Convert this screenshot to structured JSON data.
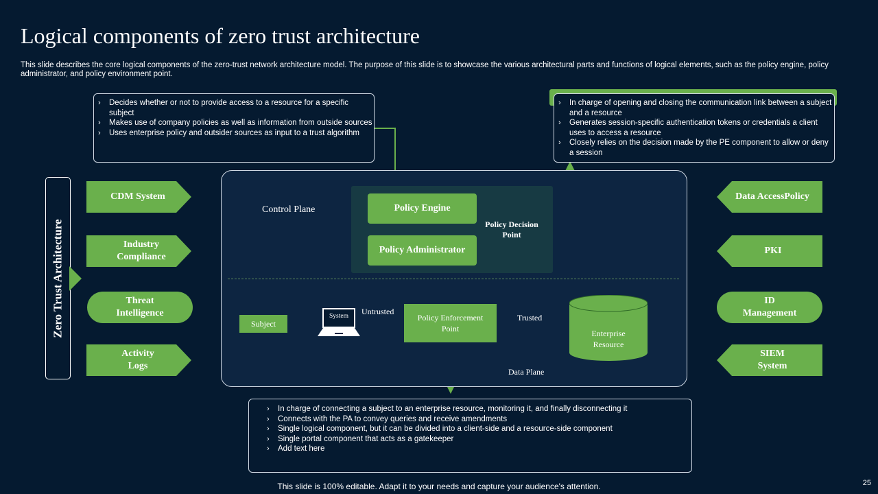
{
  "slide": {
    "title": "Logical components of zero trust architecture",
    "description": "This slide describes the core logical components of the zero-trust network architecture model. The purpose of this slide is to showcase the various architectural parts and functions of logical elements, such as the policy engine, policy administrator, and policy environment point.",
    "footer": "This slide is 100% editable. Adapt it to your needs and capture your audience's attention.",
    "page_number": "25"
  },
  "top_left_box": {
    "items": [
      "Decides whether or not to provide access to a resource for a specific subject",
      "Makes use of company policies as well as information from outside sources",
      "Uses enterprise policy and outsider sources as input to a trust algorithm"
    ]
  },
  "top_right_box": {
    "items": [
      "In charge of opening and closing the communication link between a subject and a resource",
      "Generates session-specific authentication tokens or credentials a client uses to access a resource",
      "Closely relies on the decision made by the PE component to allow or deny a session"
    ]
  },
  "bottom_box": {
    "items": [
      "In charge of connecting a subject to an enterprise resource, monitoring it, and finally disconnecting it",
      "Connects with the PA to convey  queries and receive amendments",
      "Single logical component, but it can be divided into a client-side and a resource-side component",
      "Single portal component that acts as a gatekeeper",
      "Add text here"
    ]
  },
  "sidebar": {
    "title": "Zero Trust Architecture"
  },
  "left_items": [
    "CDM System",
    "Industry Compliance",
    "Threat Intelligence",
    "Activity Logs"
  ],
  "right_items": [
    "Data AccessPolicy",
    "PKI",
    "ID Management",
    "SIEM System"
  ],
  "diagram": {
    "control_plane": "Control Plane",
    "data_plane": "Data Plane",
    "policy_engine": "Policy Engine",
    "policy_administrator": "Policy Administrator",
    "policy_decision_point": "Policy Decision Point",
    "subject": "Subject",
    "system": "System",
    "untrusted": "Untrusted",
    "trusted": "Trusted",
    "pep": "Policy Enforcement Point",
    "enterprise_resource": "Enterprise Resource"
  },
  "colors": {
    "background": "#051a30",
    "accent_green": "#6ab04c",
    "panel": "#0d2541"
  }
}
